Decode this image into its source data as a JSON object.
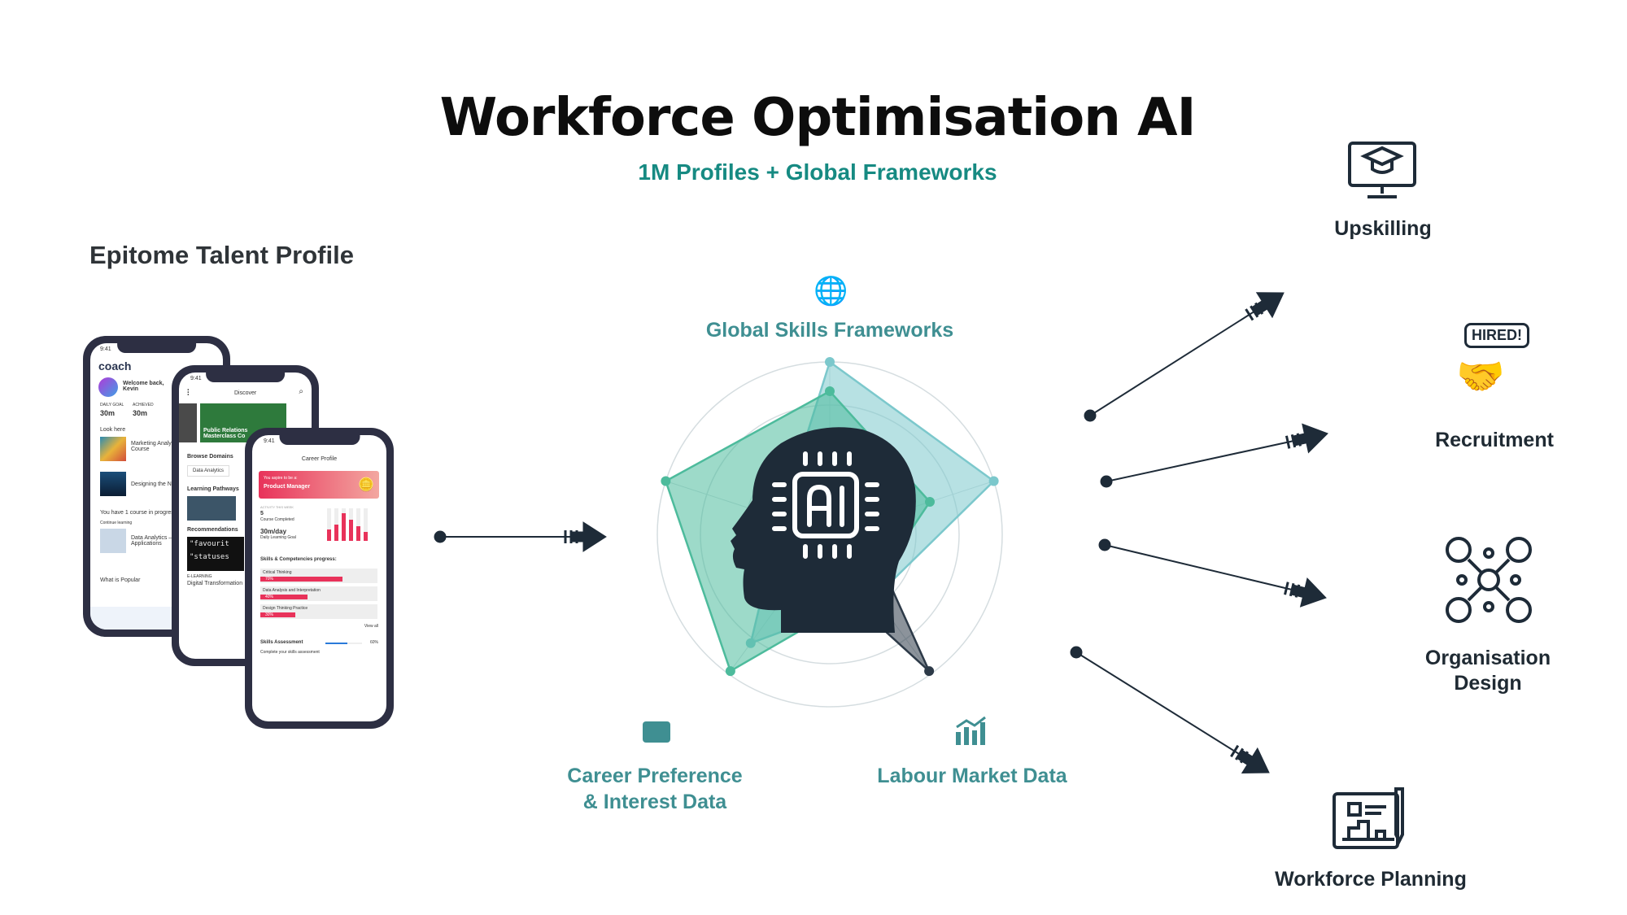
{
  "header": {
    "title": "Workforce Optimisation AI",
    "subtitle": "1M Profiles + Global Frameworks"
  },
  "left": {
    "section_title": "Epitome Talent Profile"
  },
  "phone1": {
    "time": "9:41",
    "app": "coach",
    "welcome": "Welcome back, Kevin",
    "daily_goal_label": "DAILY GOAL",
    "daily_goal": "30m",
    "achieved_label": "ACHIEVED",
    "achieved": "30m",
    "look_here": "Look here",
    "course1": "Marketing Analytics Campaigns Course",
    "course2": "Designing the Next",
    "in_progress": "You have 1 course in progress",
    "continue": "Continue learning",
    "course3": "Data Analytics – Tools and Applications",
    "popular": "What is Popular"
  },
  "phone2": {
    "time": "9:41",
    "title": "Discover",
    "banner": "Public Relations Masterclass Co",
    "browse": "Browse Domains",
    "domain": "Data Analytics",
    "pathways": "Learning Pathways",
    "recs": "Recommendations",
    "code1": "\"favourit",
    "code2": "\"statuses",
    "rec_tag": "E-LEARNING",
    "rec_title": "Digital Transformation"
  },
  "phone3": {
    "time": "9:41",
    "title": "Career Profile",
    "aspire": "You aspire to be a:",
    "role": "Product Manager",
    "activity": "ACTIVITY THIS WEEK",
    "courses_num": "5",
    "courses_label": "Course Completed",
    "daily": "30m/day",
    "daily_label": "Daily Learning Goal",
    "skills_title": "Skills & Competencies progress:",
    "skills": [
      {
        "name": "Critical Thinking",
        "pct": "70%",
        "value": 0.7
      },
      {
        "name": "Data Analysis and Interpretation",
        "pct": "40%",
        "value": 0.4
      },
      {
        "name": "Design Thinking Practice",
        "pct": "30%",
        "value": 0.3
      }
    ],
    "view_all": "View all",
    "assessment": "Skills Assessment",
    "assessment_pct": "60%",
    "assessment_value": 0.6,
    "assessment_sub": "Complete your skills assessment",
    "week_bars": [
      0.35,
      0.5,
      0.85,
      0.65,
      0.45,
      0.28
    ]
  },
  "center": {
    "global": "Global Skills Frameworks",
    "career_1": "Career Preference",
    "career_2": "& Interest Data",
    "labour": "Labour Market Data"
  },
  "chart_data": {
    "type": "radar",
    "axes": 5,
    "series": [
      {
        "name": "framework",
        "color": "#7cc8cc",
        "values": [
          1.0,
          1.0,
          0.45,
          0.78,
          0.3
        ]
      },
      {
        "name": "profile",
        "color": "#4dbb9c",
        "values": [
          0.83,
          0.61,
          0.4,
          0.98,
          1.0
        ]
      },
      {
        "name": "market",
        "color": "#2d3a48",
        "values": [
          0.2,
          0.2,
          0.98,
          0.2,
          0.2
        ]
      }
    ],
    "rings": 4
  },
  "outputs": {
    "upskilling": "Upskilling",
    "recruitment": "Recruitment",
    "hired": "HIRED!",
    "org_1": "Organisation",
    "org_2": "Design",
    "workforce": "Workforce Planning"
  },
  "colors": {
    "teal": "#168a82",
    "dark": "#1e2b38",
    "pink": "#e8325a"
  }
}
